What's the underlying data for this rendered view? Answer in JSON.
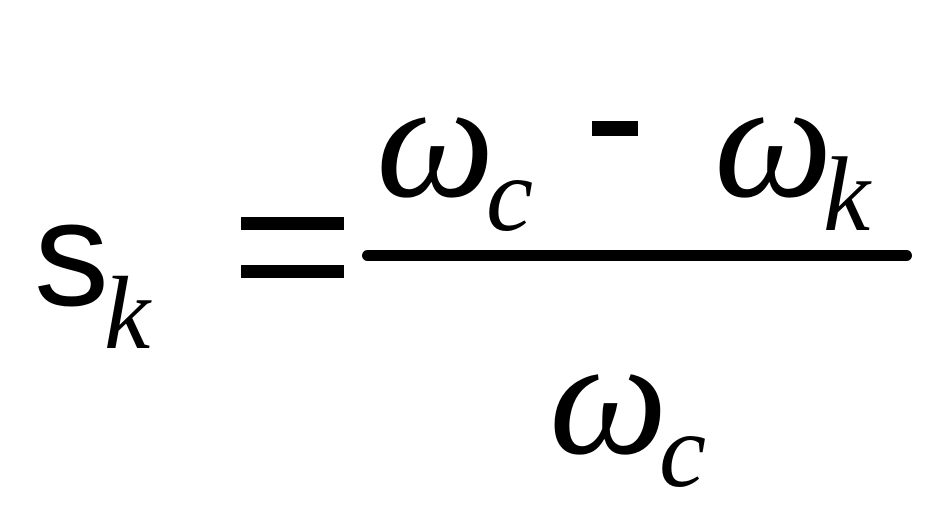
{
  "formula": {
    "lhs": {
      "symbol": "s",
      "subscript": "k"
    },
    "numerator": {
      "term1": {
        "symbol": "ω",
        "subscript": "c"
      },
      "term2": {
        "symbol": "ω",
        "subscript": "k"
      }
    },
    "denominator": {
      "term": {
        "symbol": "ω",
        "subscript": "c"
      }
    }
  }
}
